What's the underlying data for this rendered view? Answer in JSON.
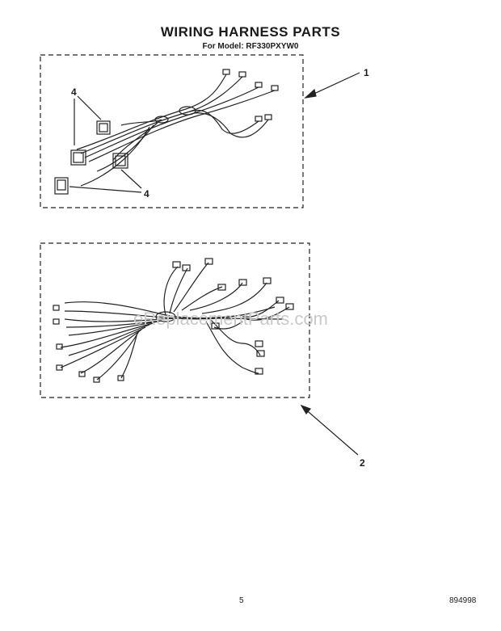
{
  "title": "WIRING HARNESS PARTS",
  "subtitle": "For Model: RF330PXYW0",
  "callouts": {
    "part1": "1",
    "part2": "2",
    "part4_top": "4",
    "part4_bottom": "4"
  },
  "watermark": "eReplacementParts.com",
  "footer": {
    "page_number": "5",
    "document_number": "894998"
  }
}
